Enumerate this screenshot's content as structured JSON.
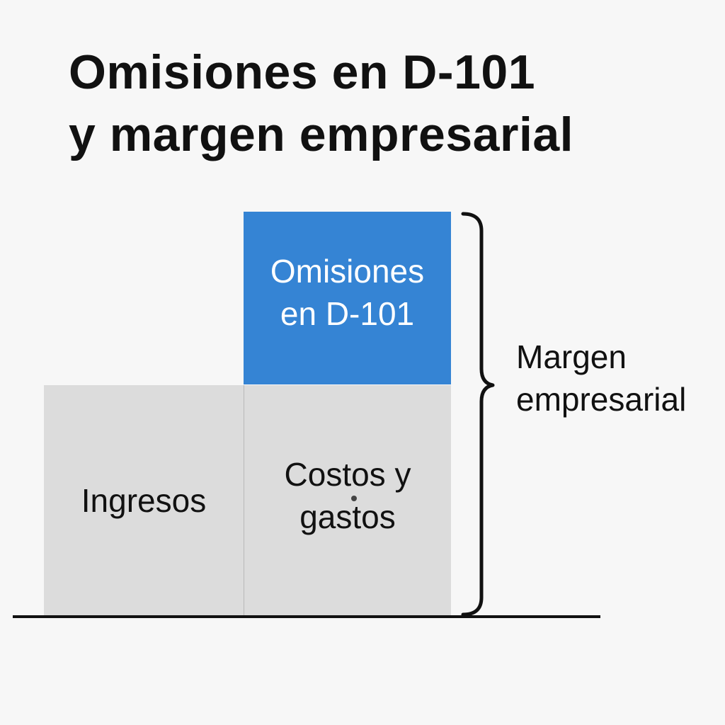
{
  "title": {
    "line1": "Omisiones en D-101",
    "line2": "y margen empresarial"
  },
  "blocks": {
    "ingresos": {
      "label": "Ingresos",
      "color": "#dcdcdc"
    },
    "costos": {
      "line1": "Costos y",
      "line2": "gastos",
      "color": "#dcdcdc"
    },
    "omisiones": {
      "line1": "Omisiones",
      "line2": "en D-101",
      "color": "#3584d4"
    }
  },
  "brace_label": {
    "line1": "Margen",
    "line2": "empresarial"
  }
}
